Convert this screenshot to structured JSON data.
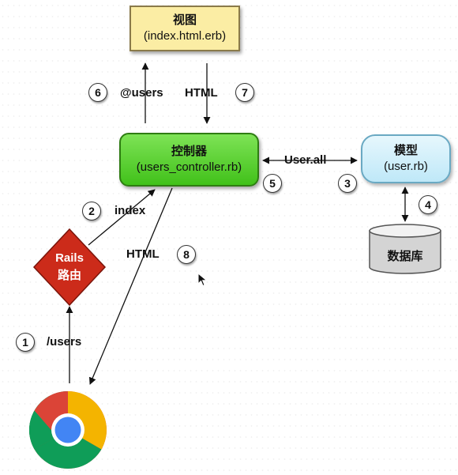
{
  "view": {
    "title": "视图",
    "subtitle": "(index.html.erb)"
  },
  "controller": {
    "title": "控制器",
    "subtitle": "(users_controller.rb)"
  },
  "model": {
    "title": "模型",
    "subtitle": "(user.rb)"
  },
  "database": {
    "label": "数据库"
  },
  "router": {
    "line1": "Rails",
    "line2": "路由"
  },
  "edges": {
    "users_url": "/users",
    "index": "index",
    "user_all": "User.all",
    "at_users": "@users",
    "html_view": "HTML",
    "html_browser": "HTML"
  },
  "steps": [
    "1",
    "2",
    "3",
    "4",
    "5",
    "6",
    "7",
    "8"
  ],
  "colors": {
    "view_fill": "#fbeda4",
    "controller_fill": "#41c11a",
    "model_fill": "#bfe8f8",
    "router_fill": "#cc2b1a",
    "database_fill": "#dcdcdc"
  },
  "icons": {
    "browser": "chrome-browser-icon",
    "pointer": "mouse-cursor-icon"
  }
}
